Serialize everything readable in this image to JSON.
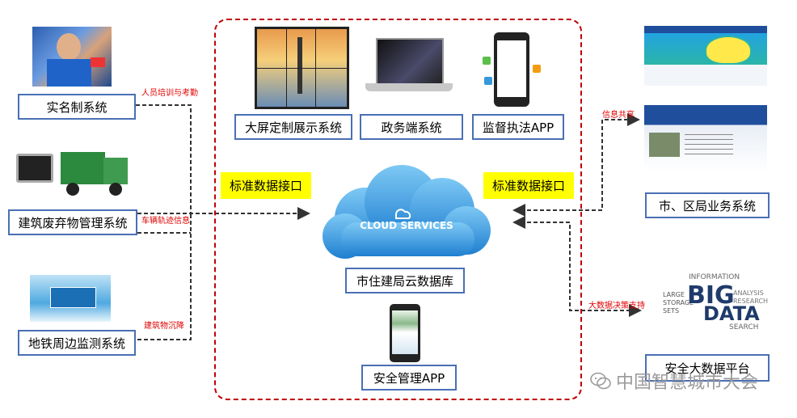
{
  "left": {
    "system1": "实名制系统",
    "system2": "建筑废弃物管理系统",
    "system3": "地铁周边监测系统",
    "label1": "人员培训与考勤",
    "label2": "车辆轨迹信息",
    "label3": "建筑物沉降"
  },
  "center": {
    "display": "大屏定制展示系统",
    "gov": "政务端系统",
    "supervise": "监督执法APP",
    "iface_left": "标准数据接口",
    "iface_right": "标准数据接口",
    "cloud_text": "CLOUD SERVICES",
    "database": "市住建局云数据库",
    "safety": "安全管理APP"
  },
  "right": {
    "label_share": "信息共享",
    "business": "市、区局业务系统",
    "label_bigdata": "大数据决策支持",
    "bigdata_platform": "安全大数据平台",
    "bigdata_word1": "BIG",
    "bigdata_word2": "DATA"
  },
  "watermark": "中国智慧城市大会"
}
